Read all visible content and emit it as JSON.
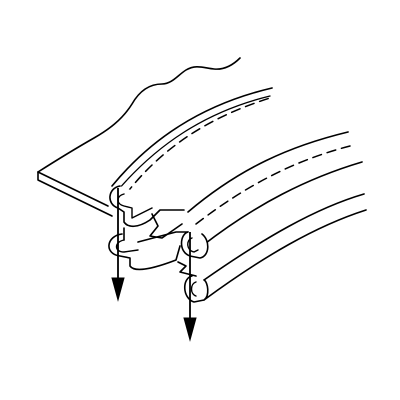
{
  "figure": {
    "subject": "seam-illustration",
    "colors": {
      "ink": "#000000",
      "paper": "#ffffff"
    },
    "stitch_lines": 2,
    "needle_arrows": 2
  }
}
